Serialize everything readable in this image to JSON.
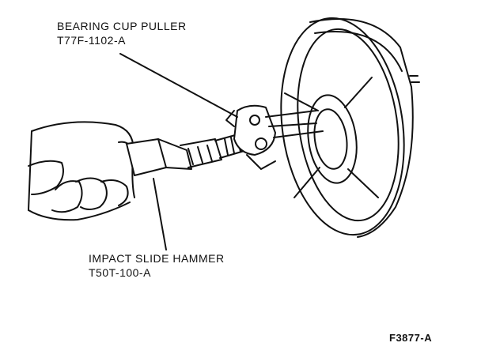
{
  "labels": {
    "puller_name": "BEARING CUP PULLER",
    "puller_part": "T77F-1102-A",
    "hammer_name": "IMPACT SLIDE HAMMER",
    "hammer_part": "T50T-100-A",
    "figure_number": "F3877-A"
  },
  "illustration": {
    "parts": [
      "hand",
      "impact-slide-hammer",
      "bearing-cup-puller",
      "brake-drum-hub"
    ],
    "ink_color": "#111111"
  }
}
